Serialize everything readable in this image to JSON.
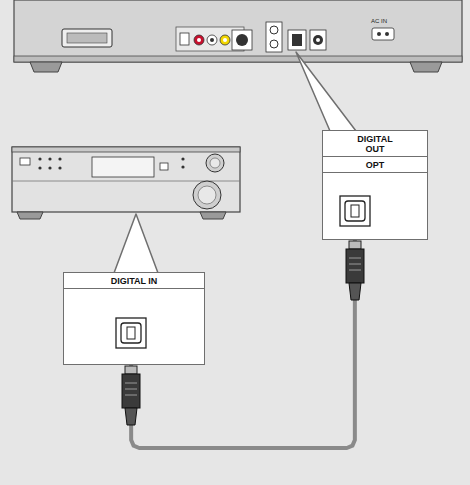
{
  "diagram": {
    "nodes": [
      {
        "text": [
          "DIGITAL OUT",
          "OPT"
        ]
      },
      {
        "text": [
          "DIGITAL IN"
        ]
      }
    ],
    "edges": [
      {
        "from": 0,
        "to": 1,
        "arrow": "none"
      }
    ],
    "labels": [
      "AC IN"
    ]
  }
}
